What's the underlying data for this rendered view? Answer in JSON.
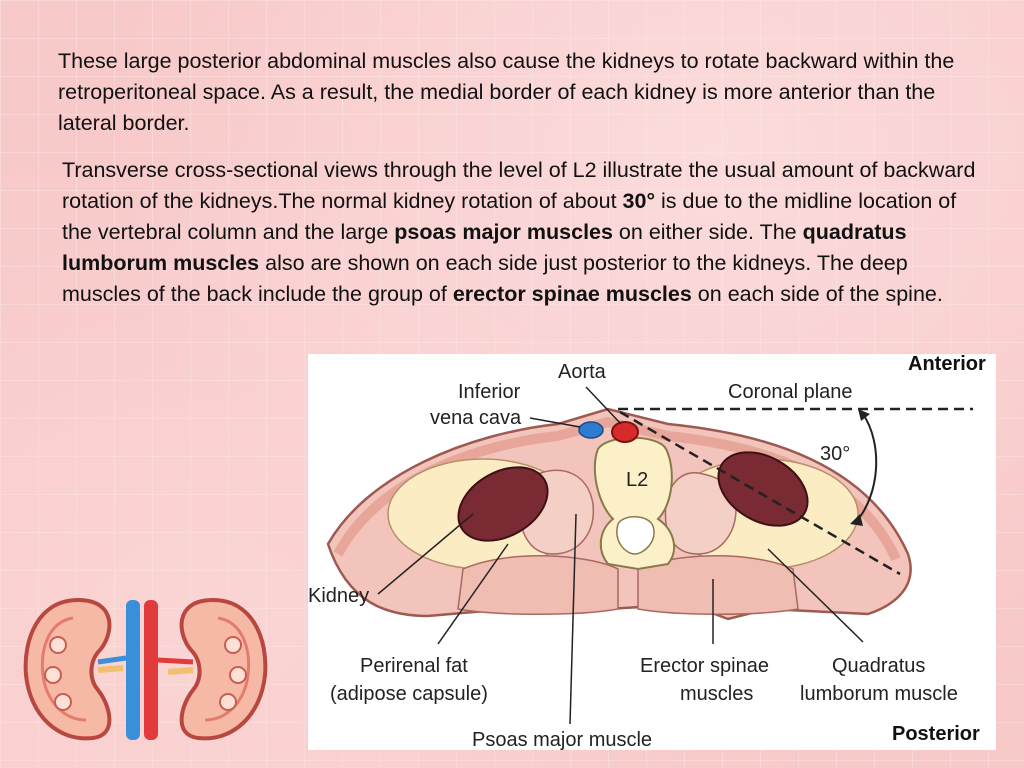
{
  "paragraph1": "These large posterior abdominal muscles also cause the kidneys to rotate backward within the retroperitoneal space. As a result, the medial border of each kidney is more anterior than the lateral border.",
  "paragraph2": {
    "t1": "Transverse cross-sectional views through the level of L2 illustrate the usual amount of backward rotation of the kidneys.The normal kidney rotation of about ",
    "b1": "30°",
    "t2": " is due to the midline location of the vertebral column and the large ",
    "b2": "psoas major muscles",
    "t3": " on either side. The ",
    "b3": "quadratus lumborum muscles",
    "t4": " also are shown on each side just posterior to the kidneys. The deep muscles of the back include the group of ",
    "b4": "erector spinae muscles",
    "t5": " on each side of the spine."
  },
  "figure": {
    "anterior": "Anterior",
    "posterior": "Posterior",
    "aorta": "Aorta",
    "ivc_line1": "Inferior",
    "ivc_line2": "vena cava",
    "coronal_plane": "Coronal plane",
    "angle": "30°",
    "vertebra": "L2",
    "kidney": "Kidney",
    "perirenal_line1": "Perirenal fat",
    "perirenal_line2": "(adipose capsule)",
    "erector_line1": "Erector spinae",
    "erector_line2": "muscles",
    "quadratus_line1": "Quadratus",
    "quadratus_line2": "lumborum muscle",
    "psoas": "Psoas major muscle"
  },
  "colors": {
    "background": "#f8c9c9",
    "kidney": "#7a2a33",
    "muscle": "#f2c4bc",
    "fat": "#fbecc3",
    "aorta": "#d62b2b",
    "ivc": "#2e7bd1"
  }
}
